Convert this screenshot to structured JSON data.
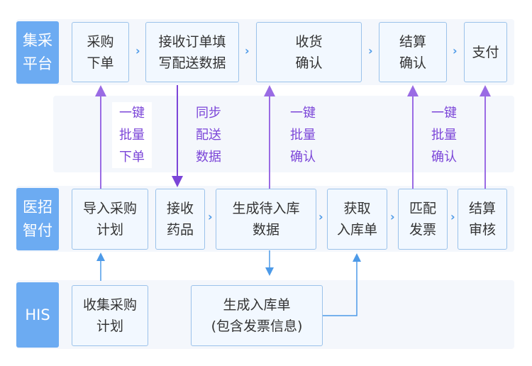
{
  "lanes": {
    "platform": "集采\n平台",
    "hospital": "医招\n智付",
    "his": "HIS"
  },
  "platform_steps": [
    "采购\n下单",
    "接收订单填\n写配送数据",
    "收货\n确认",
    "结算\n确认",
    "支付"
  ],
  "hospital_steps": [
    "导入采购\n计划",
    "接收\n药品",
    "生成待入库\n数据",
    "获取\n入库单",
    "匹配\n发票",
    "结算\n审核"
  ],
  "his_steps": [
    "收集采购\n计划",
    "生成入库单\n(包含发票信息)"
  ],
  "sync_labels": [
    "一键\n批量\n下单",
    "同步\n配送\n数据",
    "一键\n批量\n确认",
    "一键\n批量\n确认"
  ],
  "colors": {
    "lane": "#6cabf2",
    "box_border": "#9bc2ea",
    "box_fill": "#f2f8ff",
    "up_arrow": "#9a6be4",
    "down_arrow": "#7b45d8",
    "blue_arrow": "#4d9ae8",
    "label": "#7b45d8"
  }
}
